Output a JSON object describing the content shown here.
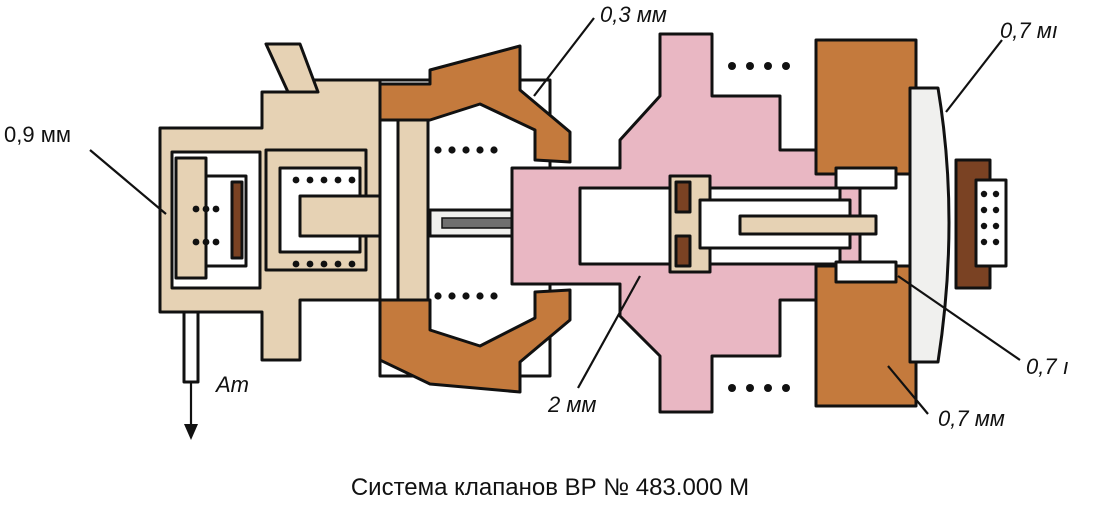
{
  "colors": {
    "brown": "#c47a3d",
    "beige": "#e6d2b4",
    "pink": "#e9b7c3",
    "dark_brown": "#7a4223",
    "outline": "#111111",
    "light_gray": "#f0f0ee"
  },
  "labels": {
    "gap_03": "0,3 мм",
    "gap_07_top": "0,7 мı",
    "gap_09": "0,9 мм",
    "gap_07_right": "0,7 ı",
    "gap_07_bottom": "0,7 мм",
    "gap_2": "2 мм",
    "atmosphere": "Ат"
  },
  "caption": "Система клапанов ВР № 483.000 М"
}
